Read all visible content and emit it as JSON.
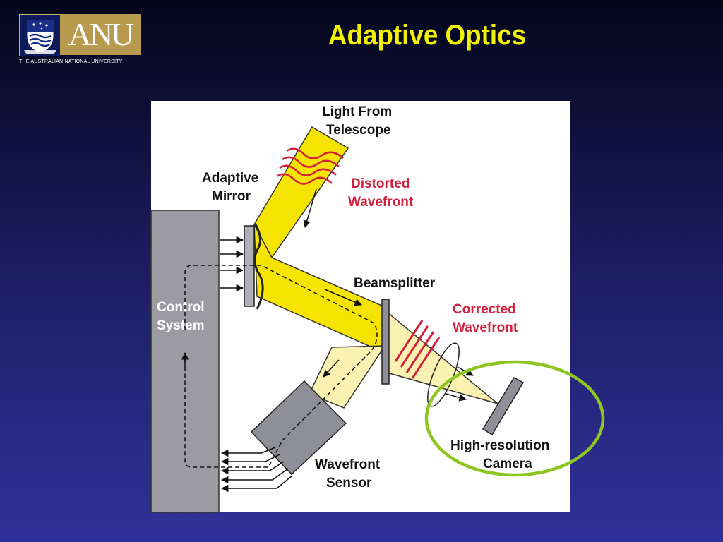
{
  "header": {
    "logo_text": "ANU",
    "university_name": "THE AUSTRALIAN NATIONAL UNIVERSITY",
    "title": "Adaptive Optics"
  },
  "diagram": {
    "light_from": "Light From",
    "telescope": "Telescope",
    "adaptive": "Adaptive",
    "mirror": "Mirror",
    "distorted": "Distorted",
    "wavefront": "Wavefront",
    "beamsplitter": "Beamsplitter",
    "corrected": "Corrected",
    "control": "Control",
    "system": "System",
    "high_resolution": "High-resolution",
    "camera": "Camera",
    "sensor": "Sensor"
  },
  "colors": {
    "title": "#f2f200",
    "beam": "#f5e400",
    "beam_pale": "#fbf1b0",
    "wave_red": "#d31f3c",
    "label_red": "#d31f3c",
    "control_gray": "#9c9ba2",
    "highlight_circle": "#8dc523"
  }
}
